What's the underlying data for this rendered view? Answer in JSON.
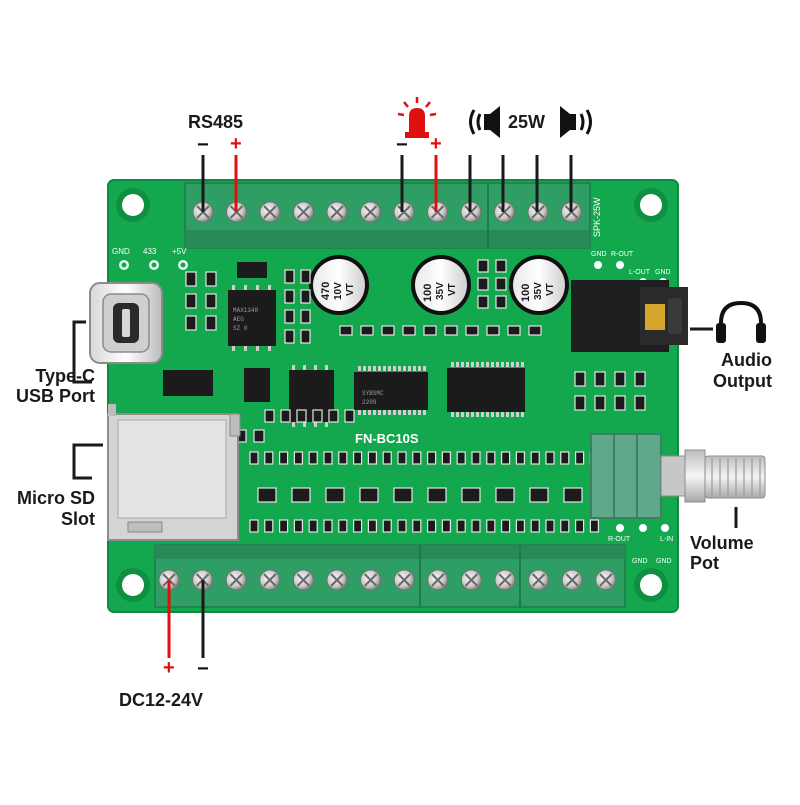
{
  "labels": {
    "rs485": "RS485",
    "power_25w": "25W",
    "type_c": [
      "Type-C",
      "USB Port"
    ],
    "micro_sd": [
      "Micro SD",
      "Slot"
    ],
    "audio_output": [
      "Audio",
      "Output"
    ],
    "volume_pot": [
      "Volume",
      "Pot"
    ],
    "dc_input": "DC12-24V"
  },
  "signs": {
    "minus": "−",
    "plus": "+"
  },
  "board": {
    "model": "FN-BC10S",
    "spk_label": "SPK-25W",
    "silk_top_left": [
      "GND",
      "433",
      "+5V"
    ],
    "silk_top_right": [
      "GND",
      "R-OUT",
      "L-OUT",
      "GND"
    ],
    "silk_bottom_right": [
      "R-OUT",
      "L-IN",
      "GND",
      "GND"
    ],
    "capacitors": [
      [
        "470",
        "10V",
        "VT"
      ],
      [
        "100",
        "35V",
        "VT"
      ],
      [
        "100",
        "35V",
        "VT"
      ]
    ],
    "chip_text_amp": [
      "MAX1348",
      "AEG",
      "SZ 0"
    ],
    "chip_text_center": [
      "SYBSMC",
      "2209"
    ]
  },
  "colors": {
    "pcb": "#13a84e",
    "terminal": "#2e9e65",
    "wire_negative": "#1a1a1a",
    "wire_positive": "#e01010",
    "knob_body": "#5fa88a"
  },
  "icons": [
    "alarm-light-icon",
    "speaker-left-icon",
    "speaker-right-icon",
    "headphones-icon"
  ]
}
